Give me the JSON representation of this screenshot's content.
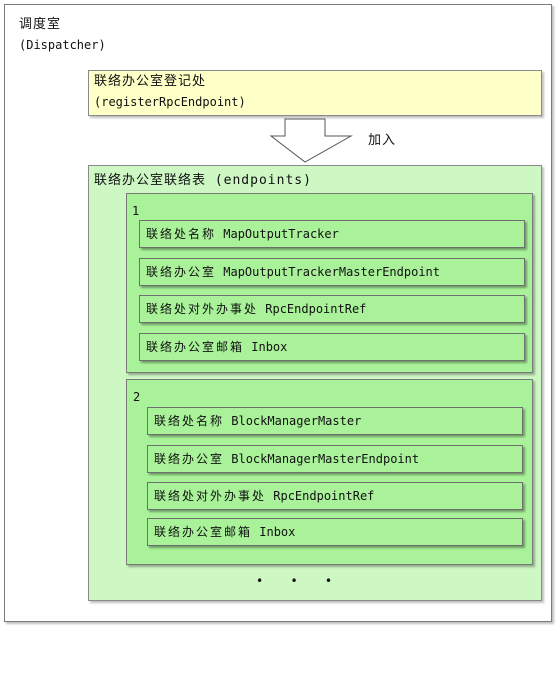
{
  "dispatcher": {
    "title": "调度室",
    "subtitle": "(Dispatcher)"
  },
  "register": {
    "title": "联络办公室登记处",
    "subtitle": "(registerRpcEndpoint)"
  },
  "arrow": {
    "label": "加入"
  },
  "table": {
    "title": "联络办公室联络表 (endpoints)"
  },
  "groups": [
    {
      "index": "1",
      "rows": [
        {
          "key": "联络处名称",
          "value": "MapOutputTracker"
        },
        {
          "key": "联络办公室",
          "value": "MapOutputTrackerMasterEndpoint"
        },
        {
          "key": "联络处对外办事处",
          "value": "RpcEndpointRef"
        },
        {
          "key": "联络办公室邮箱",
          "value": "Inbox"
        }
      ]
    },
    {
      "index": "2",
      "rows": [
        {
          "key": "联络处名称",
          "value": "BlockManagerMaster"
        },
        {
          "key": "联络办公室",
          "value": "BlockManagerMasterEndpoint"
        },
        {
          "key": "联络处对外办事处",
          "value": "RpcEndpointRef"
        },
        {
          "key": "联络办公室邮箱",
          "value": "Inbox"
        }
      ]
    }
  ],
  "ellipsis": "• • •"
}
